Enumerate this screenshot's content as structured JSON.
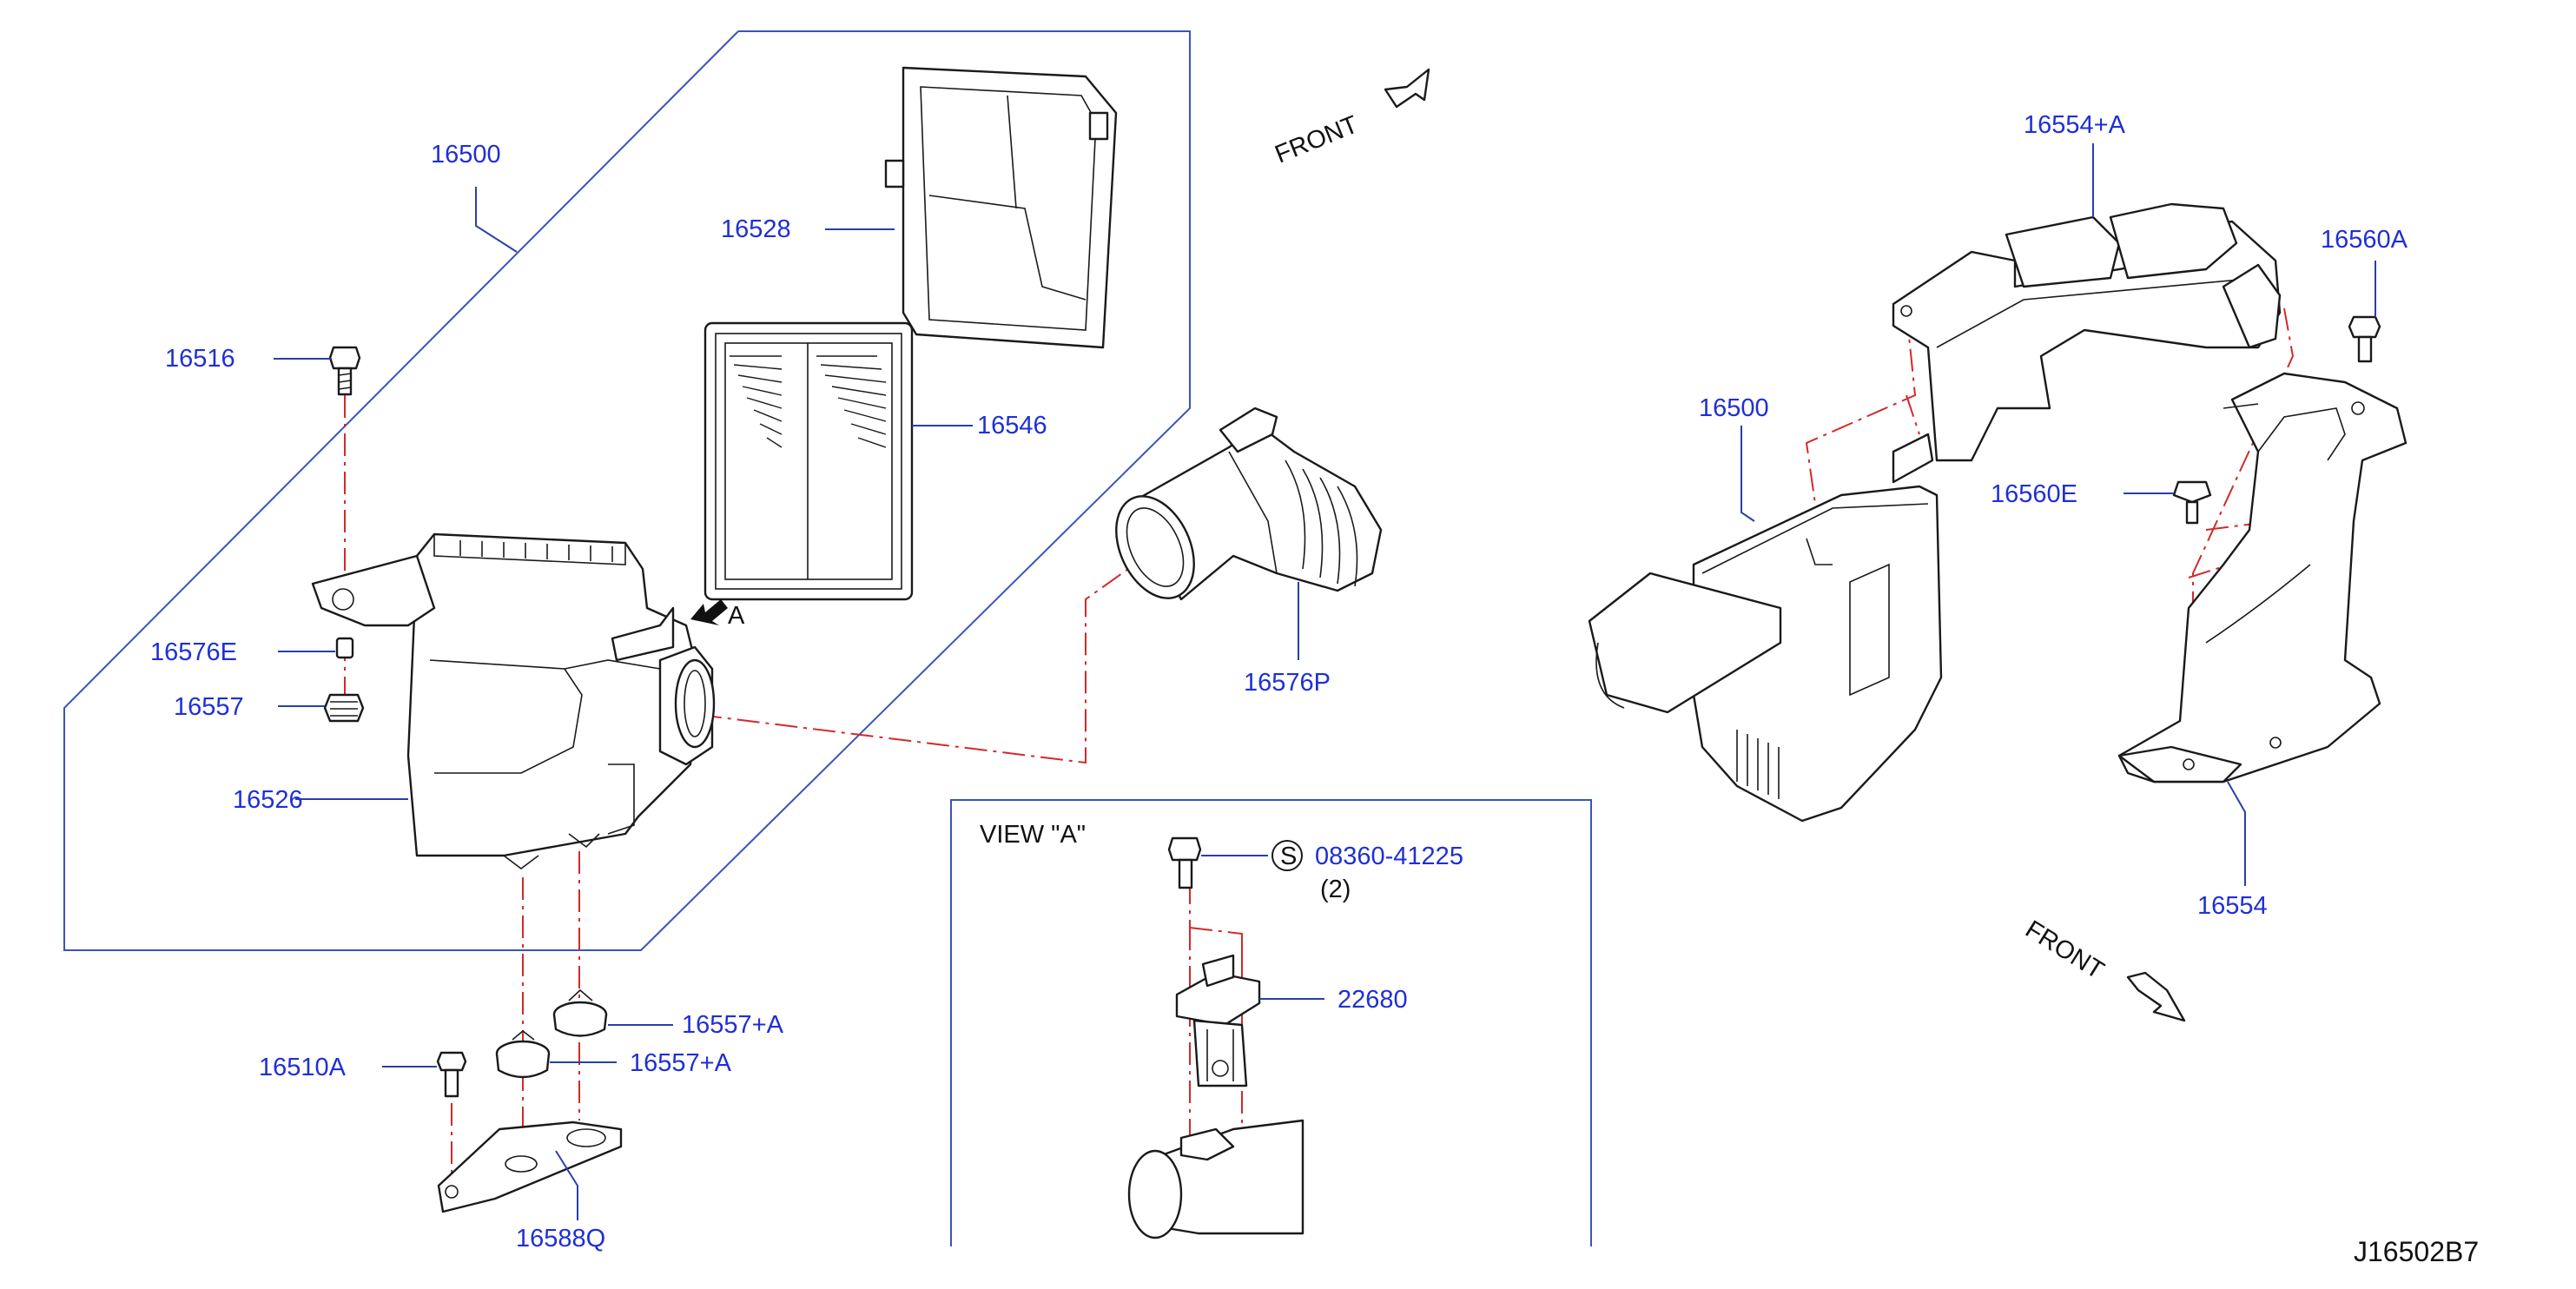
{
  "colors": {
    "label": "#1f2fd6",
    "leader": "#2a3fa8",
    "centerline": "#d22a2a",
    "outline": "#1a1a1a"
  },
  "labels": {
    "p16500_left": "16500",
    "p16528": "16528",
    "p16546": "16546",
    "p16516": "16516",
    "p16576E": "16576E",
    "p16557": "16557",
    "p16526": "16526",
    "p16576P": "16576P",
    "p16557A_1": "16557+A",
    "p16557A_2": "16557+A",
    "p16510A": "16510A",
    "p16588Q": "16588Q",
    "view_arrow": "A",
    "p16554A": "16554+A",
    "p16560A": "16560A",
    "p16500_right": "16500",
    "p16560E": "16560E",
    "p16554": "16554",
    "p22680": "22680",
    "p08360": "08360-41225",
    "qty": "(2)",
    "std_symbol": "S"
  },
  "front_labels": {
    "top": "FRONT",
    "bottom": "FRONT"
  },
  "view_box_title": "VIEW   \"A\"",
  "diagram_id": "J16502B7",
  "icons": [
    "front-arrow-icon",
    "view-direction-arrow-icon",
    "standard-part-symbol-icon"
  ]
}
